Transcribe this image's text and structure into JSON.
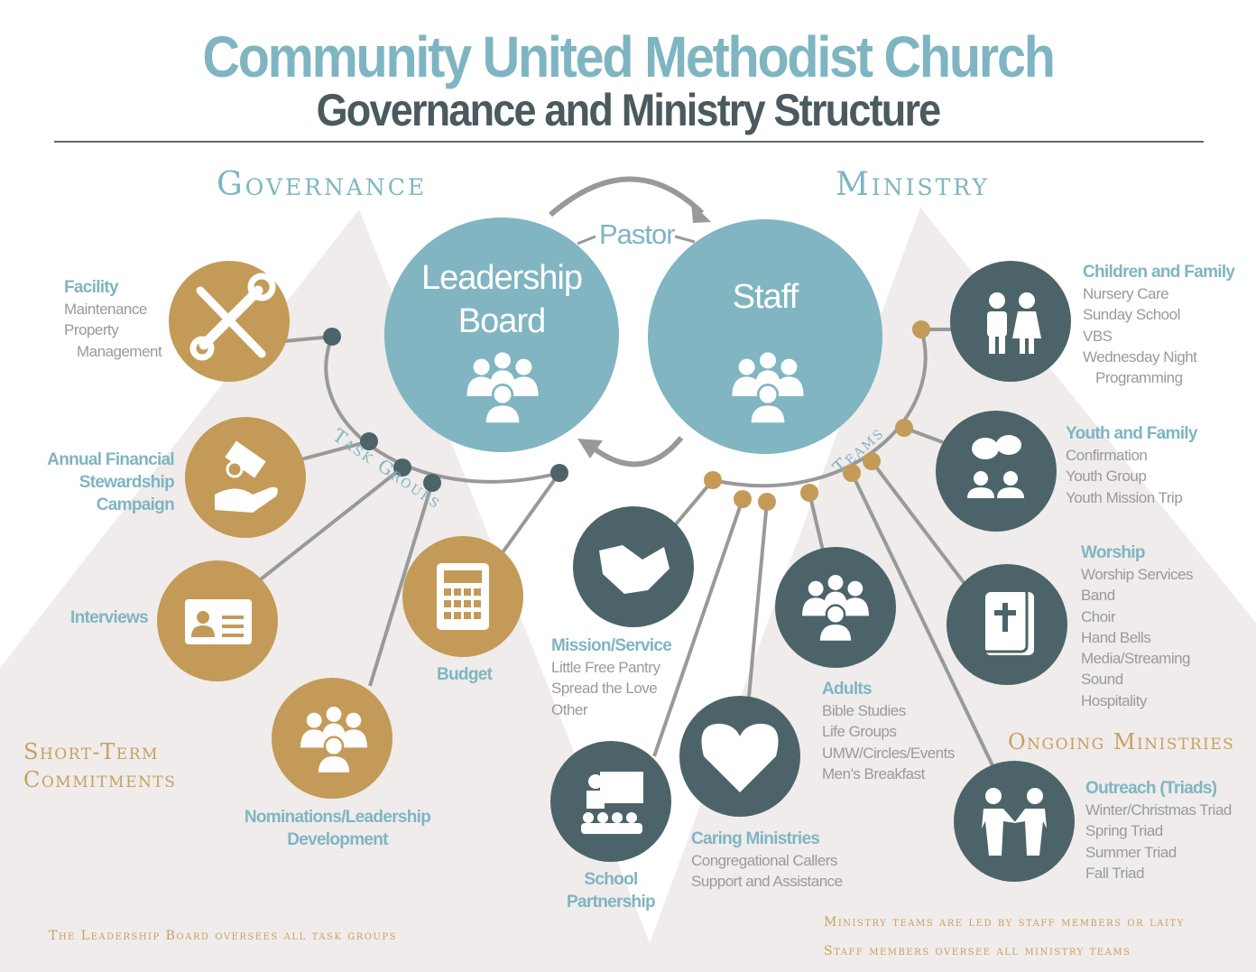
{
  "header": {
    "title": "Community United Methodist Church",
    "subtitle": "Governance and Ministry Structure"
  },
  "sections": {
    "governance": "Governance",
    "ministry": "Ministry",
    "pastor": "Pastor",
    "leadership_board": "Leadership Board",
    "staff": "Staff",
    "task_groups": "Task Groups",
    "teams": "Teams",
    "short_term": "Short-Term Commitments",
    "ongoing": "Ongoing Ministries"
  },
  "task_groups": [
    {
      "name": "Facility",
      "items": [
        "Maintenance",
        "Property Management"
      ],
      "icon": "tools-icon"
    },
    {
      "name": "Annual Financial Stewardship Campaign",
      "items": [],
      "icon": "giving-hand-icon"
    },
    {
      "name": "Interviews",
      "items": [],
      "icon": "id-card-icon"
    },
    {
      "name": "Budget",
      "items": [],
      "icon": "calculator-icon"
    },
    {
      "name": "Nominations/Leadership Development",
      "items": [],
      "icon": "people-group-icon"
    }
  ],
  "ministries": [
    {
      "name": "Children and Family",
      "items": [
        "Nursery Care",
        "Sunday School",
        "VBS",
        "Wednesday Night Programming"
      ],
      "icon": "family-icon"
    },
    {
      "name": "Youth and Family",
      "items": [
        "Confirmation",
        "Youth Group",
        "Youth Mission Trip"
      ],
      "icon": "conversation-icon"
    },
    {
      "name": "Worship",
      "items": [
        "Worship Services",
        "Band",
        "Choir",
        "Hand Bells",
        "Media/Streaming",
        "Sound",
        "Hospitality"
      ],
      "icon": "bible-icon"
    },
    {
      "name": "Mission/Service",
      "items": [
        "Little Free Pantry",
        "Spread the Love",
        "Other"
      ],
      "icon": "handshake-icon"
    },
    {
      "name": "Adults",
      "items": [
        "Bible Studies",
        "Life Groups",
        "UMW/Circles/Events",
        "Men's Breakfast"
      ],
      "icon": "people-group-icon"
    },
    {
      "name": "Caring Ministries",
      "items": [
        "Congregational Callers",
        "Support and Assistance"
      ],
      "icon": "heart-icon"
    },
    {
      "name": "School Partnership",
      "items": [],
      "icon": "teacher-icon"
    },
    {
      "name": "Outreach (Triads)",
      "items": [
        "Winter/Christmas Triad",
        "Spring Triad",
        "Summer Triad",
        "Fall Triad"
      ],
      "icon": "two-people-icon"
    }
  ],
  "footnotes": {
    "left": "The Leadership Board oversees all task groups",
    "right1": "Ministry teams are led by staff members or laity",
    "right2": "Staff members oversee all ministry teams"
  },
  "colors": {
    "teal": "#80b5c1",
    "gold": "#c49a58",
    "slate": "#4c6469",
    "mountain": "#efeceb"
  }
}
